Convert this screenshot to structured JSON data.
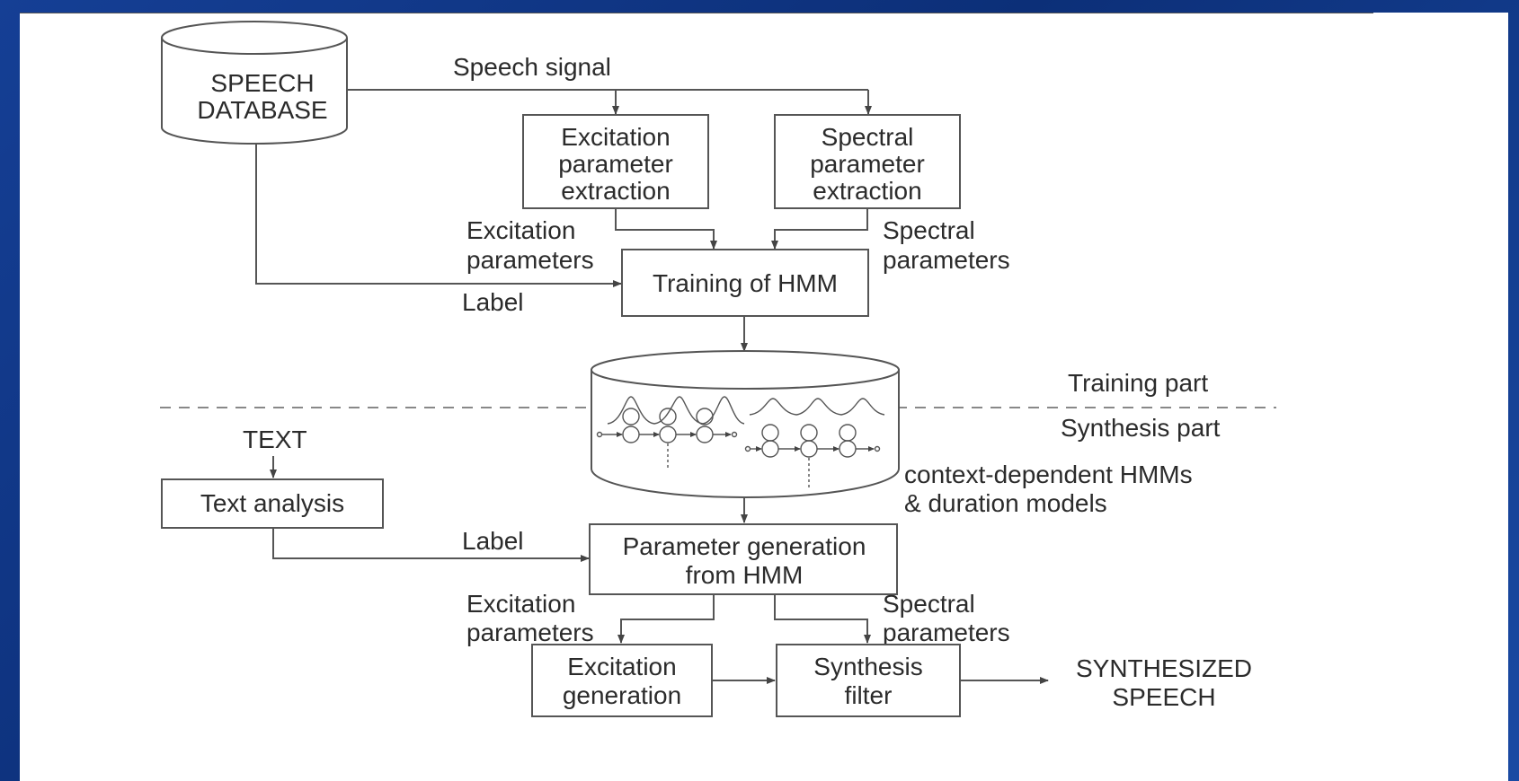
{
  "speech_database": [
    "SPEECH",
    "DATABASE"
  ],
  "speech_signal": "Speech signal",
  "excitation_extraction": [
    "Excitation",
    "parameter",
    "extraction"
  ],
  "spectral_extraction": [
    "Spectral",
    "parameter",
    "extraction"
  ],
  "excitation_parameters_top": [
    "Excitation",
    "parameters"
  ],
  "spectral_parameters_top": [
    "Spectral",
    "parameters"
  ],
  "label_top": "Label",
  "training_hmm": "Training of HMM",
  "training_part": "Training part",
  "synthesis_part": "Synthesis part",
  "context_models": [
    "context-dependent HMMs",
    "& duration models"
  ],
  "text_input": "TEXT",
  "text_analysis": "Text analysis",
  "label_bottom": "Label",
  "parameter_generation": [
    "Parameter generation",
    "from HMM"
  ],
  "excitation_parameters_bottom": [
    "Excitation",
    "parameters"
  ],
  "spectral_parameters_bottom": [
    "Spectral",
    "parameters"
  ],
  "excitation_generation": [
    "Excitation",
    "generation"
  ],
  "synthesis_filter": [
    "Synthesis",
    "filter"
  ],
  "synthesized_speech": [
    "SYNTHESIZED",
    "SPEECH"
  ]
}
